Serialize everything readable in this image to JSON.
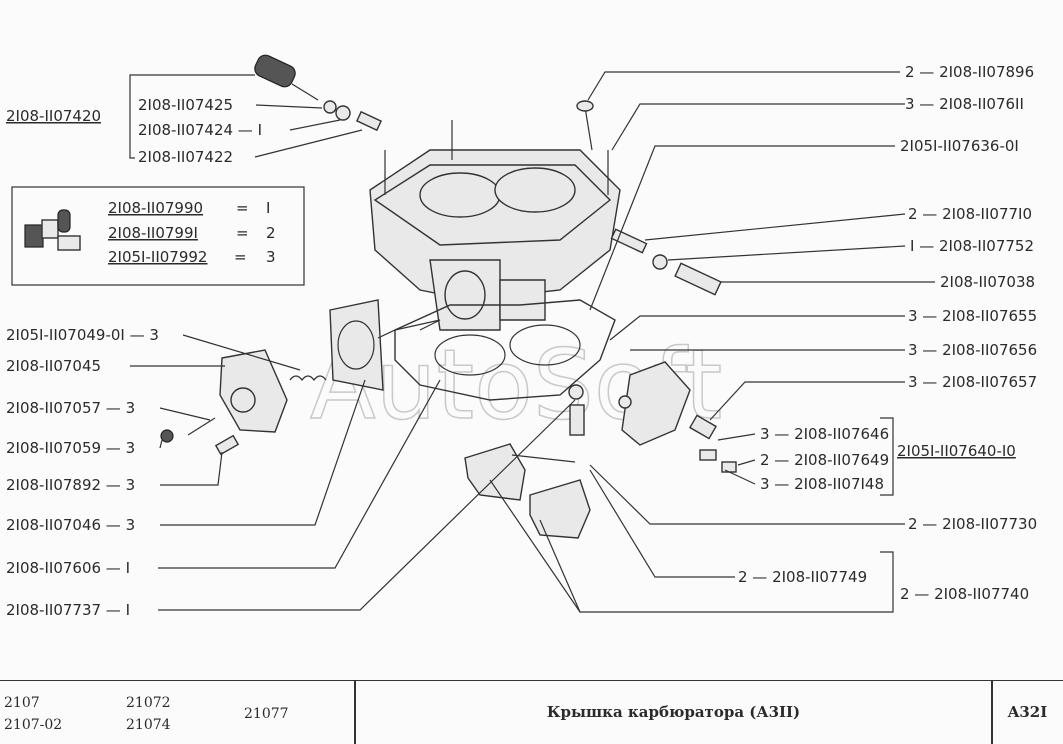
{
  "watermark": "AutoSoft",
  "labels": {
    "l_07420": "2I08-II07420",
    "l_07425": "2I08-II07425",
    "l_07424": "2I08-II07424 — I",
    "l_07422": "2I08-II07422",
    "l_07896": "2 — 2I08-II07896",
    "l_07611": "3 — 2I08-II076II",
    "l_07636": "2I05I-II07636-0I",
    "l_07710": "2 — 2I08-II077I0",
    "l_07752": "I — 2I08-II07752",
    "l_07038": "2I08-II07038",
    "l_07655": "3 — 2I08-II07655",
    "l_07656": "3 — 2I08-II07656",
    "l_07657": "3 — 2I08-II07657",
    "l_07646": "3 — 2I08-II07646",
    "l_07649": "2 — 2I08-II07649",
    "l_07148": "3 — 2I08-II07I48",
    "l_07640": "2I05I-II07640-I0",
    "l_07730": "2 — 2I08-II07730",
    "l_07749": "2 — 2I08-II07749",
    "l_07740": "2 — 2I08-II07740",
    "l_07049": "2I05I-II07049-0I — 3",
    "l_07045": "2I08-II07045",
    "l_07057": "2I08-II07057 — 3",
    "l_07059": "2I08-II07059 — 3",
    "l_07892": "2I08-II07892 — 3",
    "l_07046": "2I08-II07046 — 3",
    "l_07606": "2I08-II07606 — I",
    "l_07737": "2I08-II07737 — I"
  },
  "kit_box": {
    "rows": [
      {
        "part": "2I08-II07990",
        "sep": "=",
        "qty": "I"
      },
      {
        "part": "2I08-II0799I",
        "sep": "=",
        "qty": "2"
      },
      {
        "part": "2I05I-II07992",
        "sep": "=",
        "qty": "3"
      }
    ]
  },
  "footer": {
    "models_col1": [
      "2107",
      "2107-02"
    ],
    "models_col2": [
      "21072",
      "21074"
    ],
    "models_col3": "21077",
    "title": "Крышка карбюратора (А3II)",
    "code": "A32I"
  }
}
